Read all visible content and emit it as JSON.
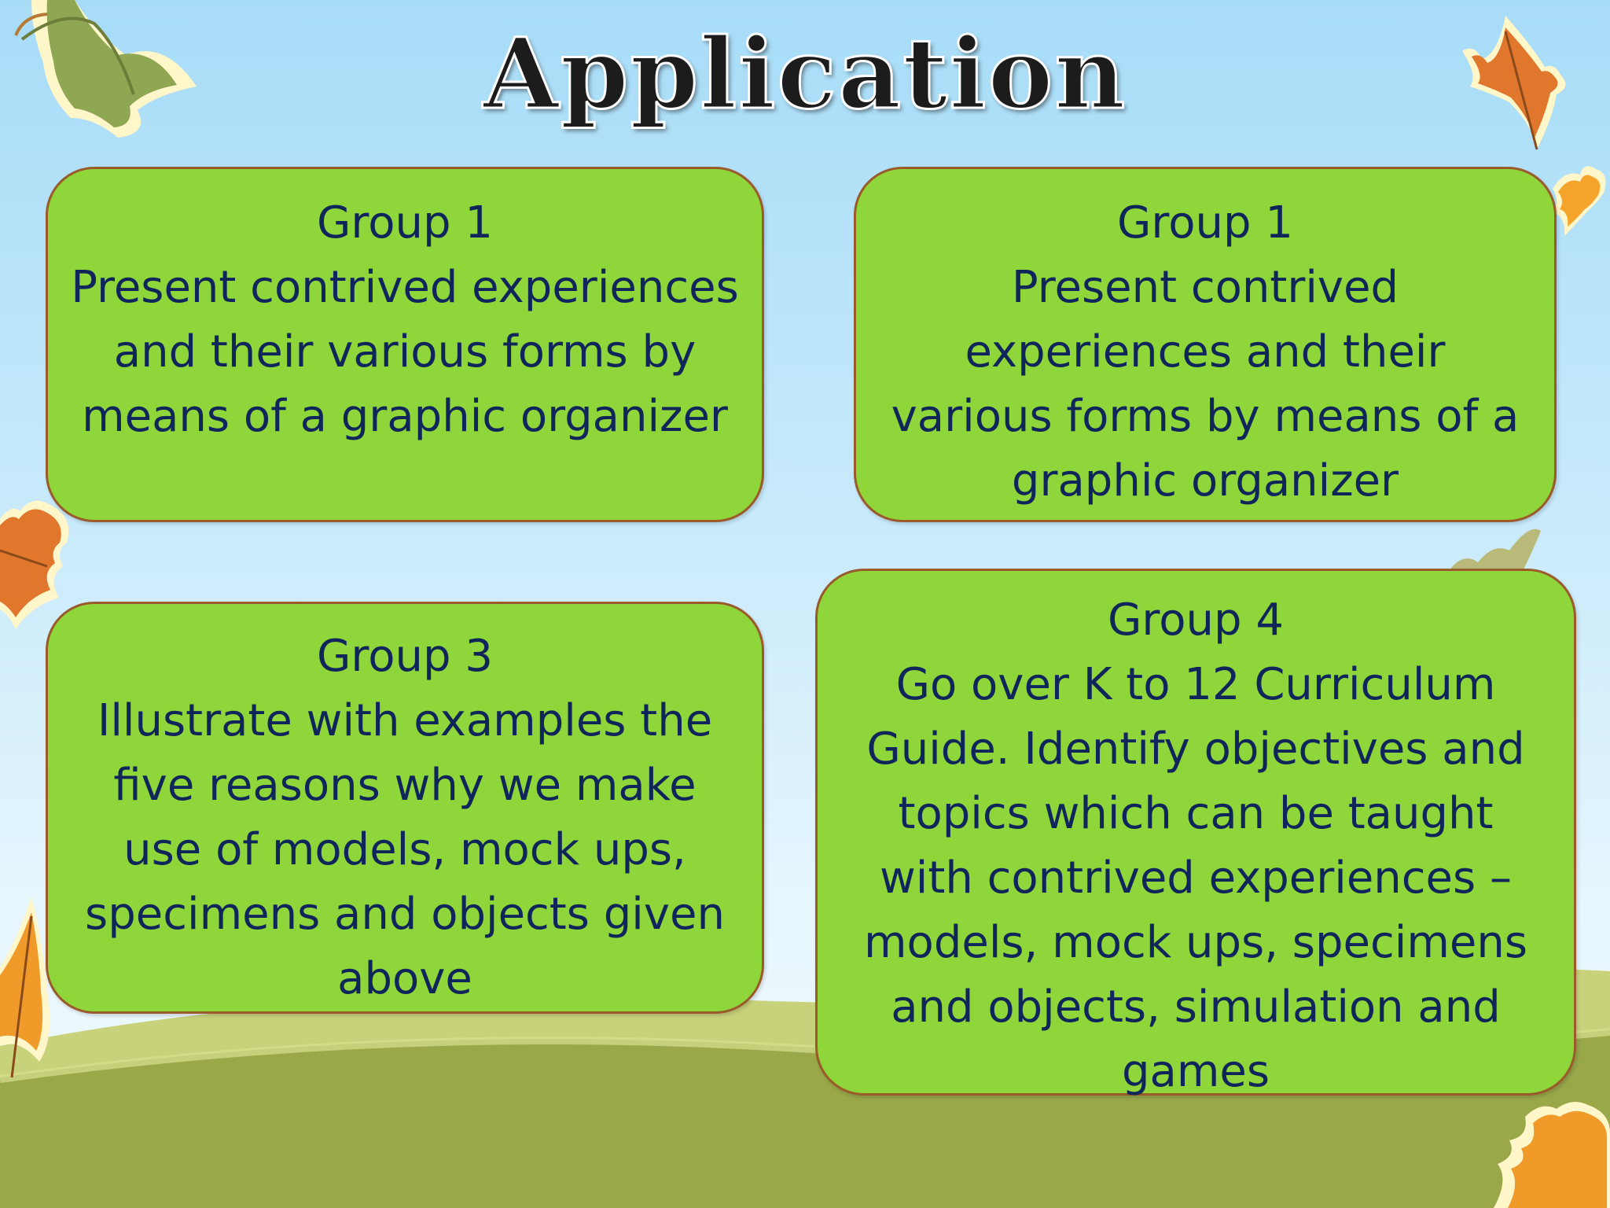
{
  "slide": {
    "title": "Application",
    "cards": [
      {
        "heading": "Group 1",
        "body": "Present contrived experiences and their various forms by means of a graphic organizer"
      },
      {
        "heading": "Group 1",
        "body": "Present contrived experiences and their various forms by means of a graphic organizer"
      },
      {
        "heading": "Group 3",
        "body": "Illustrate with examples the five reasons why we make use of models, mock ups, specimens and objects given above"
      },
      {
        "heading": "Group 4",
        "body": "Go over K to 12 Curriculum Guide. Identify objectives and topics which can be taught with contrived experiences – models, mock ups, specimens and objects, simulation and games"
      }
    ]
  },
  "colors": {
    "card_fill": "#8fd63a",
    "card_border": "#9a5a2a",
    "card_text": "#10255a",
    "sky": "#a7dcf7",
    "hill": "#9aa84a"
  },
  "decorations": [
    "maple-leaf-icon",
    "green-leaf-icon"
  ]
}
